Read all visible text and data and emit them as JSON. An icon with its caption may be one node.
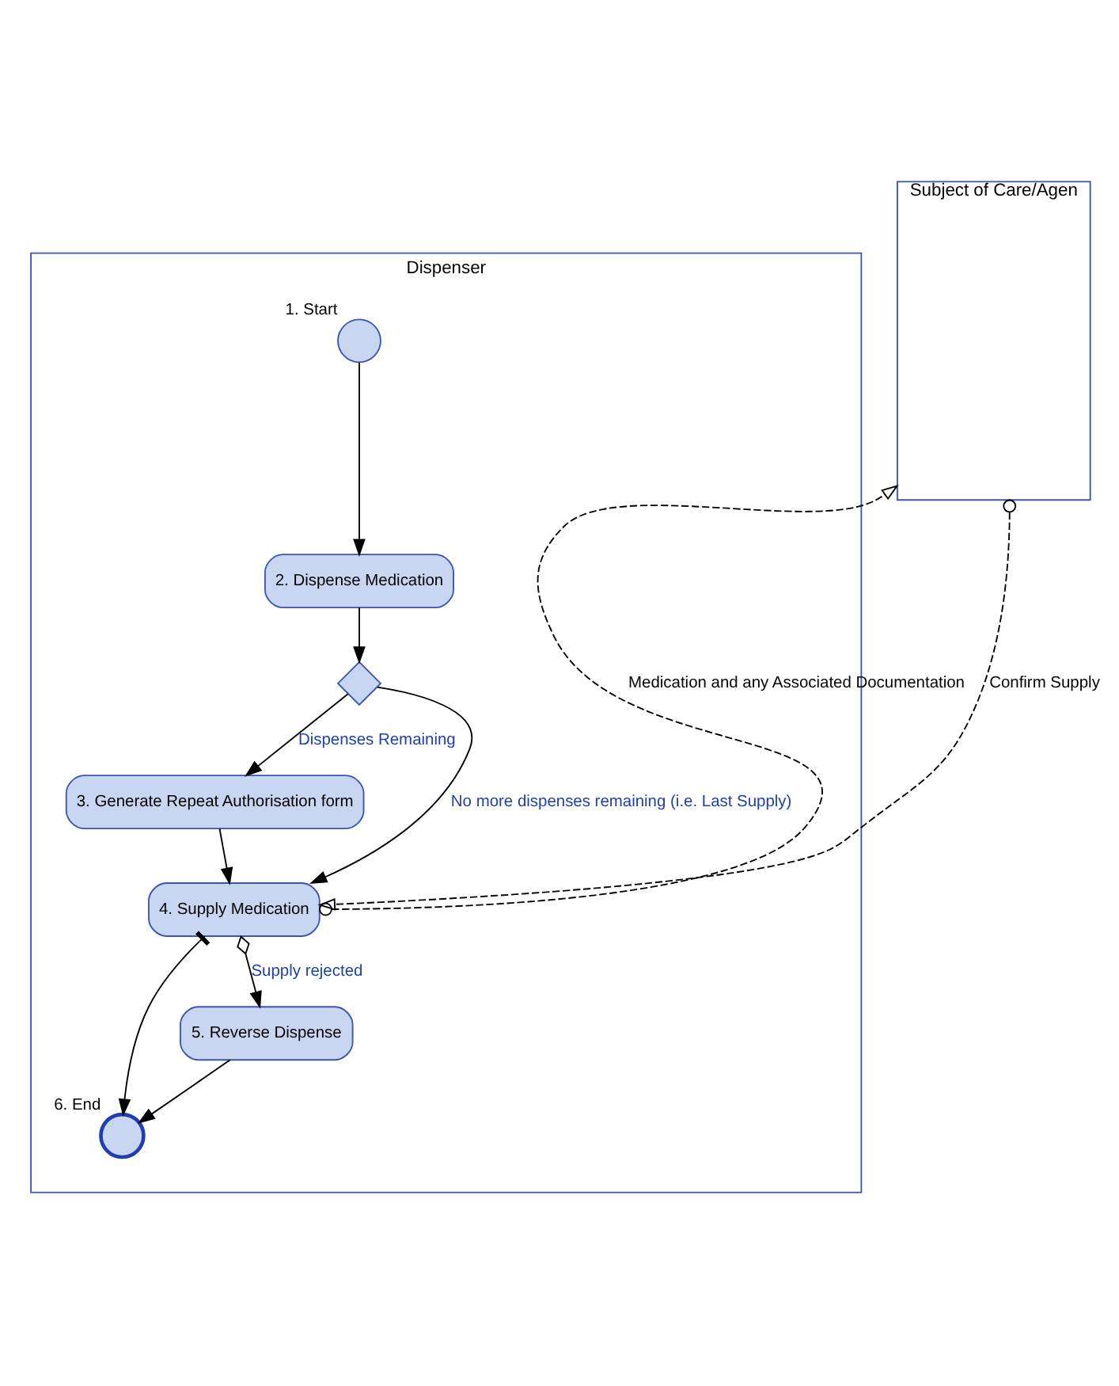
{
  "diagram": {
    "nodes": [
      {
        "text": [
          "Dispenser"
        ]
      },
      {
        "text": [],
        "shape": "circle",
        "in": 0,
        "beside": [
          "1. Start"
        ]
      },
      {
        "text": [
          "2. Dispense Medication"
        ],
        "in": 0
      },
      {
        "text": [],
        "shape": "diamond",
        "in": 0
      },
      {
        "text": [
          "3. Generate Repeat Authorisation form"
        ],
        "in": 0
      },
      {
        "text": [
          "4. Supply Medication"
        ],
        "in": 0
      },
      {
        "text": [],
        "shape": "circle",
        "in": 0,
        "beside": [
          "6. End"
        ]
      },
      {
        "text": [
          "5. Reverse Dispense"
        ],
        "in": 0
      },
      {
        "text": [
          "Subject of Care/Agen"
        ]
      }
    ],
    "edges": [
      {
        "from": 1,
        "to": 2,
        "arrow": "to"
      },
      {
        "from": 2,
        "to": 3,
        "arrow": "to"
      },
      {
        "from": 3,
        "to": 4,
        "arrow": "to",
        "label": "Dispenses Remaining"
      },
      {
        "from": 3,
        "to": 5,
        "arrow": "to",
        "label": "No more dispenses remaining (i.e. Last Supply)"
      },
      {
        "from": 4,
        "to": 5,
        "arrow": "to"
      },
      {
        "from": 5,
        "to": 6,
        "arrow": "to"
      },
      {
        "from": 5,
        "to": 7,
        "arrow": "to",
        "label": "Supply rejected"
      },
      {
        "from": 7,
        "to": 6,
        "arrow": "to"
      },
      {
        "from": 5,
        "to": 8,
        "arrow": "to",
        "style": "dashed",
        "label": "Medication and any Associated Documentation"
      },
      {
        "from": 8,
        "to": 5,
        "arrow": "to",
        "style": "dashed",
        "label": "Confirm Supply"
      }
    ]
  }
}
